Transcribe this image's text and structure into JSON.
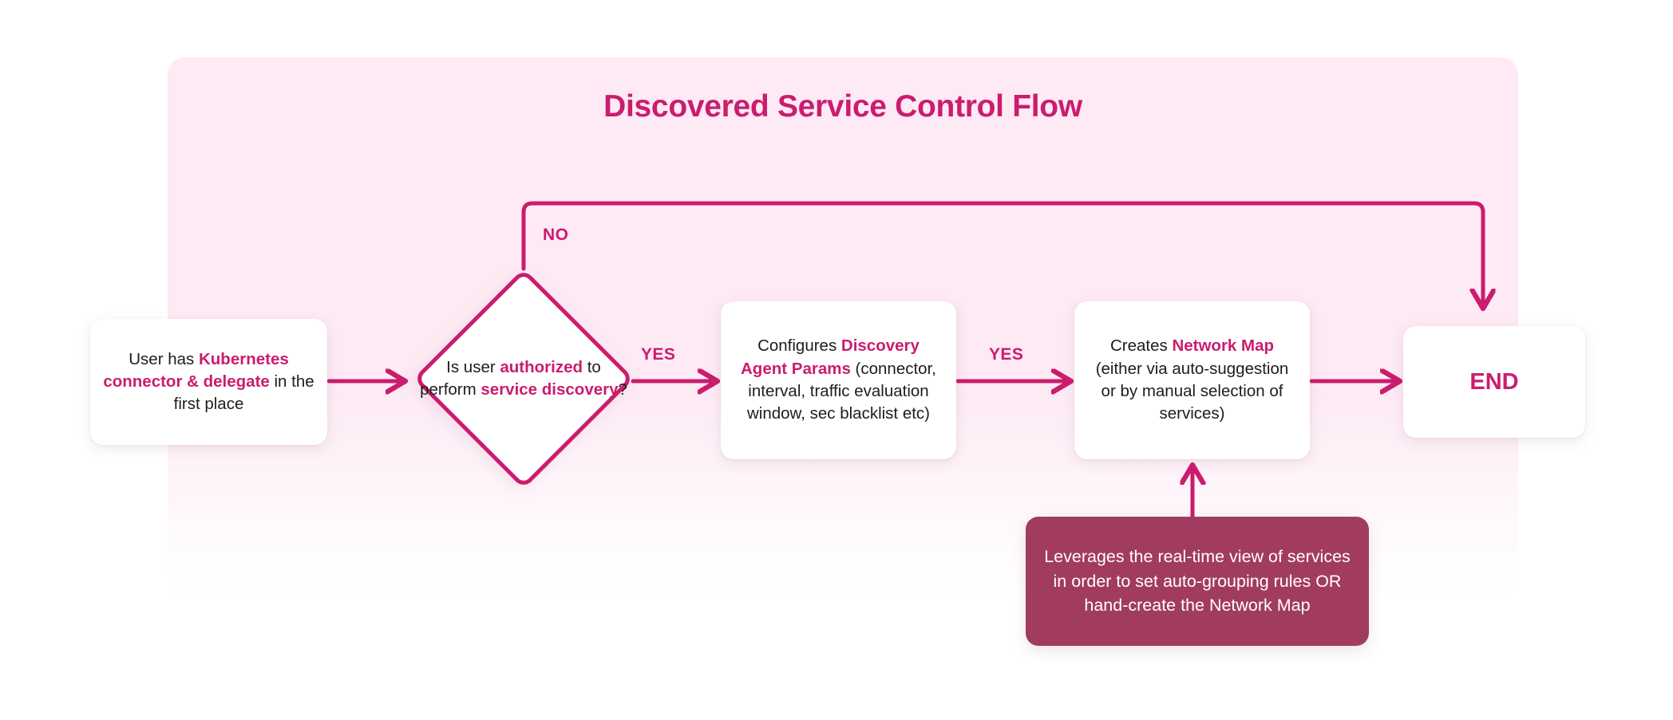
{
  "diagram": {
    "title": "Discovered Service Control Flow",
    "type": "flowchart",
    "colors": {
      "accent": "#CB1C6E",
      "panel_background": "#FDEAF4",
      "node_background": "#FFFFFF",
      "note_background": "#A23B60",
      "note_text": "#FFFFFF",
      "body_text": "#1D1D1D"
    },
    "nodes": [
      {
        "id": "start",
        "shape": "rounded-rect",
        "text_parts": [
          {
            "text": "User has ",
            "highlight": false
          },
          {
            "text": "Kubernetes connector & delegate",
            "highlight": true
          },
          {
            "text": " in the first place",
            "highlight": false
          }
        ],
        "plain_text": "User has Kubernetes connector & delegate in the first place"
      },
      {
        "id": "decision",
        "shape": "diamond",
        "text_parts": [
          {
            "text": "Is user ",
            "highlight": false
          },
          {
            "text": "authorized",
            "highlight": true
          },
          {
            "text": " to perform ",
            "highlight": false
          },
          {
            "text": "service discovery",
            "highlight": true
          },
          {
            "text": "?",
            "highlight": false
          }
        ],
        "plain_text": "Is user authorized to perform service discovery?"
      },
      {
        "id": "params",
        "shape": "rounded-rect",
        "text_parts": [
          {
            "text": "Configures ",
            "highlight": false
          },
          {
            "text": "Discovery Agent Params",
            "highlight": true
          },
          {
            "text": " (connector, interval, traffic evaluation window, sec blacklist etc)",
            "highlight": false
          }
        ],
        "plain_text": "Configures Discovery Agent Params (connector, interval, traffic evaluation window, sec blacklist etc)"
      },
      {
        "id": "networkmap",
        "shape": "rounded-rect",
        "text_parts": [
          {
            "text": "Creates ",
            "highlight": false
          },
          {
            "text": "Network Map",
            "highlight": true
          },
          {
            "text": " (either via auto-suggestion or by manual selection of services)",
            "highlight": false
          }
        ],
        "plain_text": "Creates Network Map (either via auto-suggestion or by manual selection of services)"
      },
      {
        "id": "end",
        "shape": "rounded-rect",
        "plain_text": "END"
      },
      {
        "id": "note",
        "shape": "rounded-rect-filled",
        "plain_text": "Leverages the real-time view of services in order to set auto-grouping rules OR hand-create the Network Map"
      }
    ],
    "edges": [
      {
        "id": "start-to-decision",
        "from": "start",
        "to": "decision",
        "label": ""
      },
      {
        "id": "decision-no-to-end",
        "from": "decision",
        "to": "end",
        "label": "NO"
      },
      {
        "id": "decision-yes-to-params",
        "from": "decision",
        "to": "params",
        "label": "YES"
      },
      {
        "id": "params-to-networkmap",
        "from": "params",
        "to": "networkmap",
        "label": "YES"
      },
      {
        "id": "networkmap-to-end",
        "from": "networkmap",
        "to": "end",
        "label": ""
      },
      {
        "id": "note-to-networkmap",
        "from": "note",
        "to": "networkmap",
        "label": ""
      }
    ]
  }
}
